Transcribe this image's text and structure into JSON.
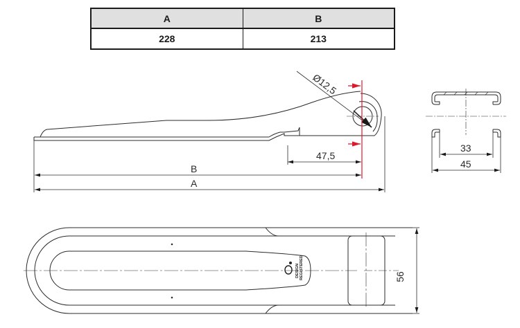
{
  "table": {
    "headers": [
      "A",
      "B"
    ],
    "values": [
      "228",
      "213"
    ]
  },
  "side_view": {
    "diameter_label": "Ø12,5",
    "offset_label": "47,5",
    "dim_b_label": "B",
    "dim_a_label": "A"
  },
  "end_view": {
    "inner_width_label": "33",
    "outer_width_label": "45"
  },
  "top_view": {
    "width_label": "56",
    "logo_line1": "DESIGN",
    "logo_line2": "REGISTERED"
  },
  "colors": {
    "line": "#2a2a2a",
    "accent_red": "#e0162b",
    "header_bg": "#e0e0e0"
  }
}
